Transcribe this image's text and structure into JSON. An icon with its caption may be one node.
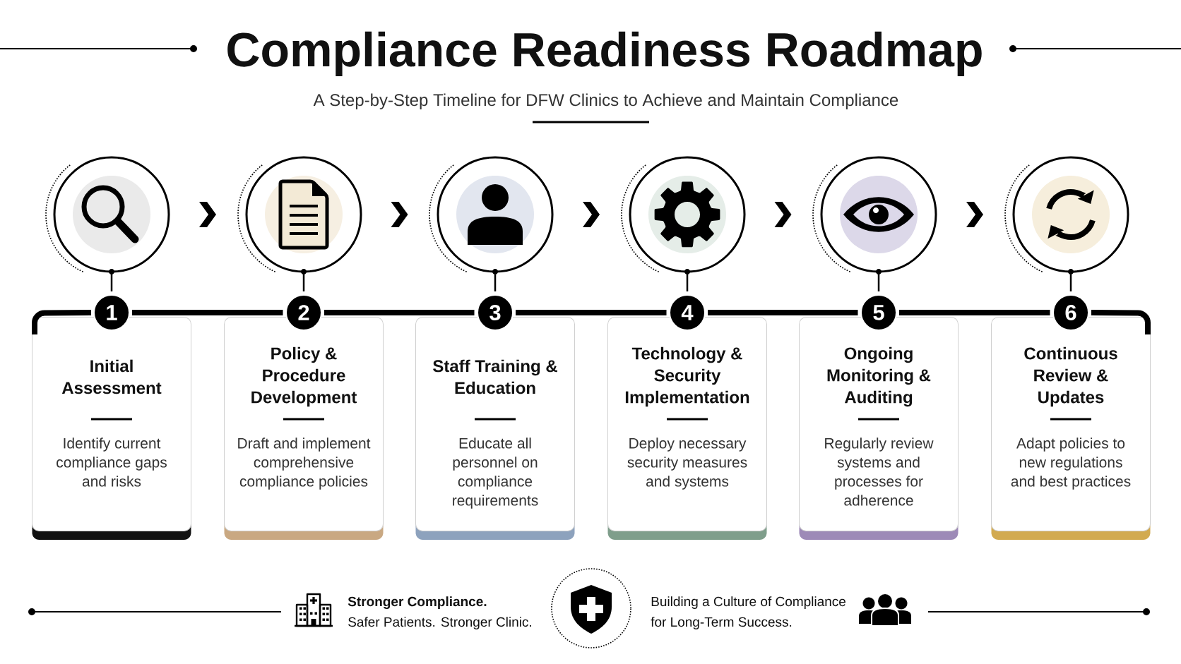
{
  "diagram": {
    "title": "Compliance Readiness Roadmap",
    "nodes": [
      {
        "text": [],
        "shape": "circle"
      },
      {
        "text": [],
        "shape": "circle"
      },
      {
        "text": [],
        "shape": "circle"
      },
      {
        "text": [],
        "shape": "circle"
      },
      {
        "text": [],
        "shape": "circle"
      },
      {
        "text": [],
        "shape": "circle"
      },
      {
        "text": [
          "1"
        ]
      },
      {
        "text": [
          "2"
        ]
      },
      {
        "text": [
          "3"
        ]
      },
      {
        "text": [
          "4"
        ]
      },
      {
        "text": [
          "5"
        ]
      },
      {
        "text": [
          "6"
        ]
      },
      {
        "text": [
          "Initial Assessment",
          "Identify current compliance gaps and risks"
        ]
      },
      {
        "text": [
          "Policy & Procedure Development",
          "Draft and implement comprehensive compliance policies"
        ]
      },
      {
        "text": [
          "Staff Training & Education",
          "Educate all personnel on compliance requirements"
        ]
      },
      {
        "text": [
          "Technology & Security Implementation",
          "Deploy necessary security measures and systems"
        ]
      },
      {
        "text": [
          "Ongoing Monitoring & Auditing",
          "Regularly review systems and processes for adherence"
        ]
      },
      {
        "text": [
          "Continuous Review & Updates",
          "Adapt policies to new regulations and best practices"
        ]
      }
    ],
    "edges": [
      {
        "from": 0,
        "to": 1,
        "arrow": "to"
      },
      {
        "from": 1,
        "to": 2,
        "arrow": "to"
      },
      {
        "from": 2,
        "to": 3,
        "arrow": "to"
      },
      {
        "from": 3,
        "to": 4,
        "arrow": "to"
      },
      {
        "from": 4,
        "to": 5,
        "arrow": "to"
      },
      {
        "from": 0,
        "to": 6,
        "arrow": "none"
      },
      {
        "from": 1,
        "to": 7,
        "arrow": "none"
      },
      {
        "from": 2,
        "to": 8,
        "arrow": "none"
      },
      {
        "from": 3,
        "to": 9,
        "arrow": "none"
      },
      {
        "from": 4,
        "to": 10,
        "arrow": "none"
      },
      {
        "from": 5,
        "to": 11,
        "arrow": "none"
      },
      {
        "from": 6,
        "to": 7,
        "arrow": "none"
      },
      {
        "from": 7,
        "to": 8,
        "arrow": "none"
      },
      {
        "from": 8,
        "to": 9,
        "arrow": "none"
      },
      {
        "from": 9,
        "to": 10,
        "arrow": "none"
      },
      {
        "from": 10,
        "to": 11,
        "arrow": "none"
      },
      {
        "from": 6,
        "to": 12,
        "arrow": "none"
      },
      {
        "from": 11,
        "to": 17,
        "arrow": "none"
      }
    ],
    "labels": [
      "A Step-by-Step Timeline for DFW Clinics to Achieve and Maintain Compliance",
      "Stronger Compliance.",
      "Safer Patients. Stronger Clinic.",
      "Building a Culture of Compliance for Long-Term Success."
    ]
  }
}
